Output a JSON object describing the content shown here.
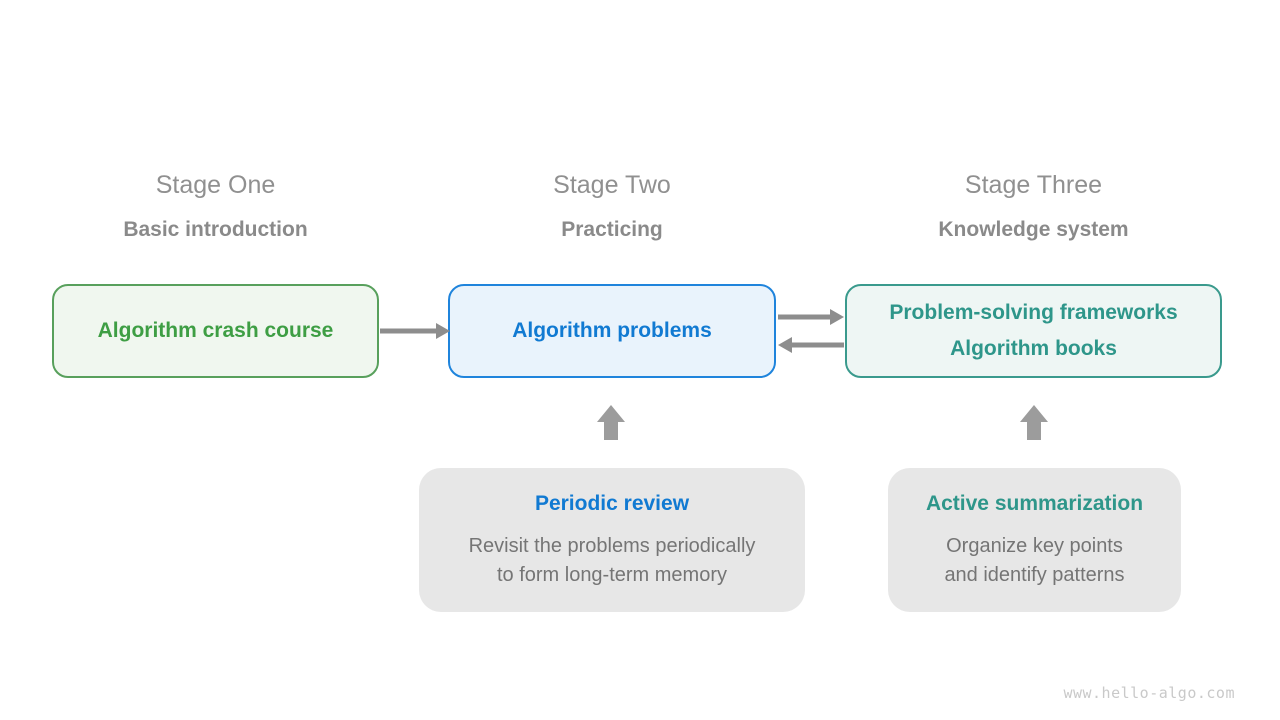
{
  "colors": {
    "green_border": "#58a05c",
    "green_text": "#3e9e44",
    "green_fill": "#f0f7ef",
    "blue_border": "#1f84dc",
    "blue_text": "#117ad2",
    "blue_fill": "#e9f3fc",
    "teal_border": "#3a9a8d",
    "teal_text": "#2e968a",
    "teal_fill": "#eef6f4",
    "note_fill": "#e7e7e7",
    "note_body_text": "#757575",
    "heading_text": "#8e8e8e",
    "arrow": "#8d8d8d",
    "block_arrow": "#9c9c9c",
    "watermark_text": "#c9c9c9"
  },
  "stages": [
    {
      "title": "Stage One",
      "subtitle": "Basic introduction",
      "box_lines": [
        "Algorithm crash course"
      ]
    },
    {
      "title": "Stage Two",
      "subtitle": "Practicing",
      "box_lines": [
        "Algorithm problems"
      ]
    },
    {
      "title": "Stage Three",
      "subtitle": "Knowledge system",
      "box_lines": [
        "Problem-solving frameworks",
        "Algorithm books"
      ]
    }
  ],
  "notes": [
    {
      "title": "Periodic review",
      "body_lines": [
        "Revisit the problems periodically",
        "to form long-term memory"
      ]
    },
    {
      "title": "Active summarization",
      "body_lines": [
        "Organize key points",
        "and identify patterns"
      ]
    }
  ],
  "watermark": "www.hello-algo.com"
}
